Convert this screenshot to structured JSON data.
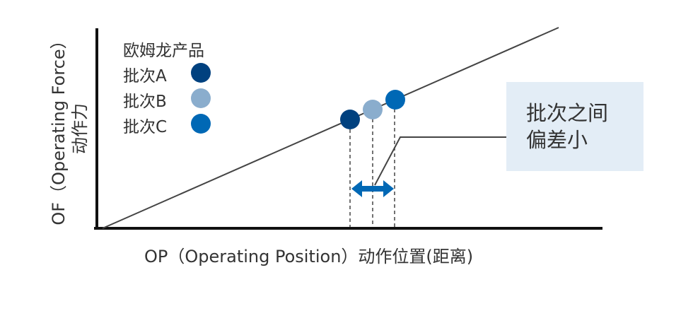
{
  "legend": {
    "title": "欧姆龙产品",
    "items": [
      {
        "label": "批次A",
        "color": "#00417f"
      },
      {
        "label": "批次B",
        "color": "#8aadcd"
      },
      {
        "label": "批次C",
        "color": "#0068b5"
      }
    ]
  },
  "y_axis": {
    "line1": "OF（Operating Force）",
    "line2": "动作力"
  },
  "x_axis": {
    "label": "OP（Operating Position）动作位置(距离)"
  },
  "callout": {
    "line1": "批次之间",
    "line2": "偏差小",
    "bg": "#e3edf6"
  },
  "arrow_color": "#0068b5"
}
